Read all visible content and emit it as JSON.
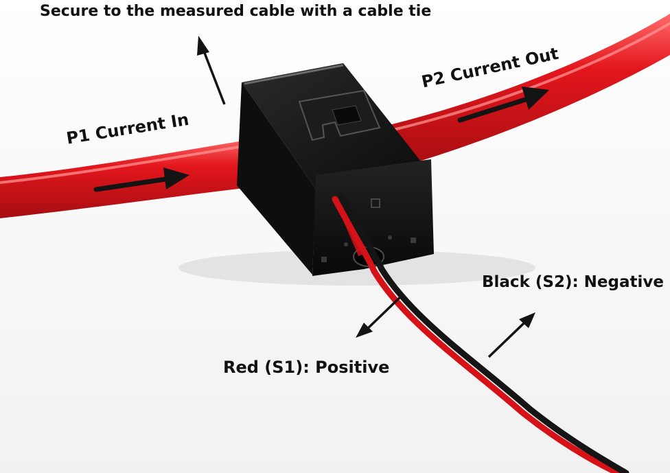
{
  "labels": {
    "secure": "Secure to the measured cable with a cable tie",
    "p1": "P1 Current In",
    "p2": "P2 Current Out",
    "black": "Black (S2): Negative",
    "red": "Red (S1): Positive"
  },
  "colors": {
    "cable_red": "#e3161c",
    "cable_dark": "#a50d12",
    "sensor_body": "#141414",
    "arrow": "#141414",
    "text": "#111111"
  }
}
